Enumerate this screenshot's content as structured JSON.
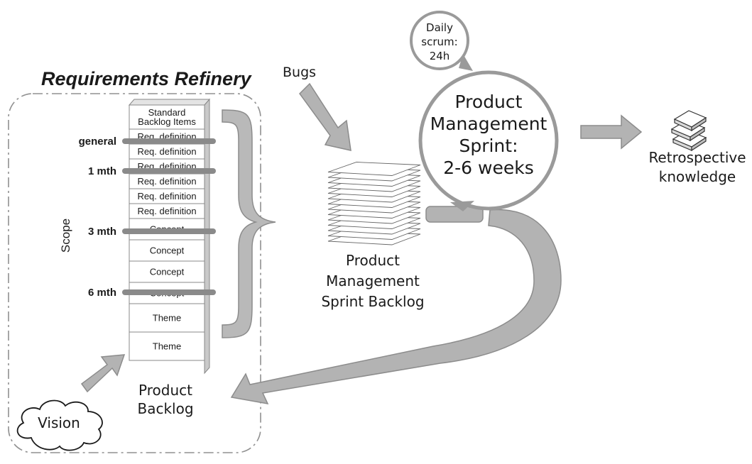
{
  "refinery": {
    "title": "Requirements Refinery"
  },
  "backlog": {
    "items": [
      [
        "Standard",
        "Backlog Items"
      ],
      [
        "Req. definition"
      ],
      [
        "Req. definition"
      ],
      [
        "Req. definition"
      ],
      [
        "Req. definition"
      ],
      [
        "Req. definition"
      ],
      [
        "Req. definition"
      ],
      [
        "Concept"
      ],
      [
        "Concept"
      ],
      [
        "Concept"
      ],
      [
        "Concept"
      ],
      [
        "Theme"
      ],
      [
        "Theme"
      ]
    ],
    "label": [
      "Product",
      "Backlog"
    ]
  },
  "scope": {
    "axis_label": "Scope",
    "markers": [
      "general",
      "1 mth",
      "3 mth",
      "6 mth"
    ]
  },
  "vision": {
    "label": "Vision"
  },
  "bugs": {
    "label": "Bugs"
  },
  "sprint_backlog": {
    "label": [
      "Product",
      "Management",
      "Sprint Backlog"
    ]
  },
  "sprint": {
    "label": [
      "Product",
      "Management",
      "Sprint:",
      "2-6 weeks"
    ]
  },
  "daily_scrum": {
    "label": [
      "Daily",
      "scrum:",
      "24h"
    ]
  },
  "retrospective": {
    "label": [
      "Retrospective",
      "knowledge"
    ]
  },
  "colors": {
    "arrow_fill": "#b3b3b3",
    "arrow_stroke": "#8c8c8c",
    "marker": "#8a8a8a",
    "line": "#9a9a9a"
  }
}
